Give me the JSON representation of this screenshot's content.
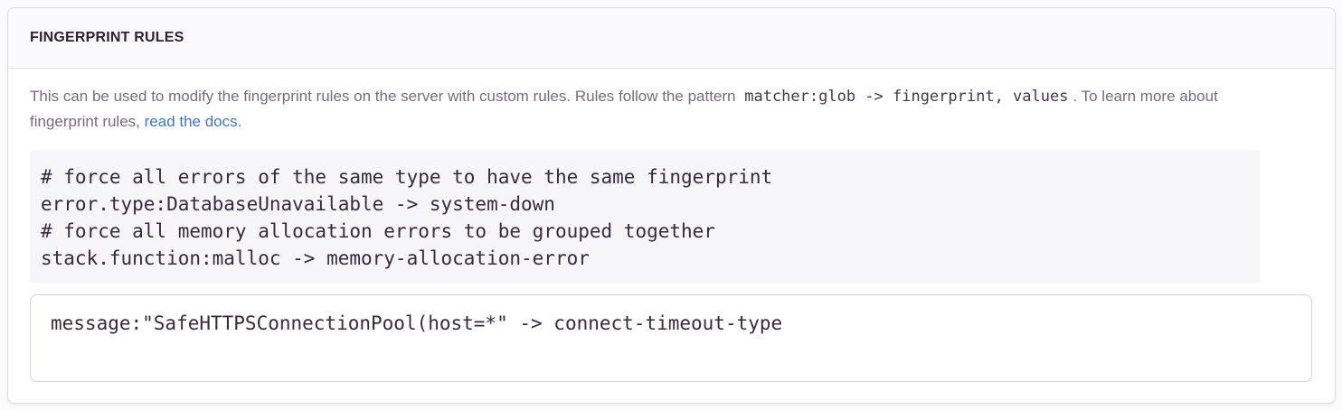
{
  "panel": {
    "title": "FINGERPRINT RULES"
  },
  "description": {
    "text_before_code": "This can be used to modify the fingerprint rules on the server with custom rules. Rules follow the pattern",
    "inline_code": "matcher:glob -> fingerprint, values",
    "text_after_code": ". To learn more about fingerprint rules,",
    "link_label": "read the docs."
  },
  "example_code": "# force all errors of the same type to have the same fingerprint\nerror.type:DatabaseUnavailable -> system-down\n# force all memory allocation errors to be grouped together\nstack.function:malloc -> memory-allocation-error",
  "rules_input": {
    "value": "message:\"SafeHTTPSConnectionPool(host=*\" -> connect-timeout-type"
  },
  "colors": {
    "heading_text": "#2B2233",
    "body_text": "#766B85",
    "code_text": "#352A42",
    "link_blue": "#3D74DB",
    "panel_border": "#E0DCE6",
    "header_bg": "#FAF9FB",
    "pre_bg": "#F6F6F8"
  }
}
